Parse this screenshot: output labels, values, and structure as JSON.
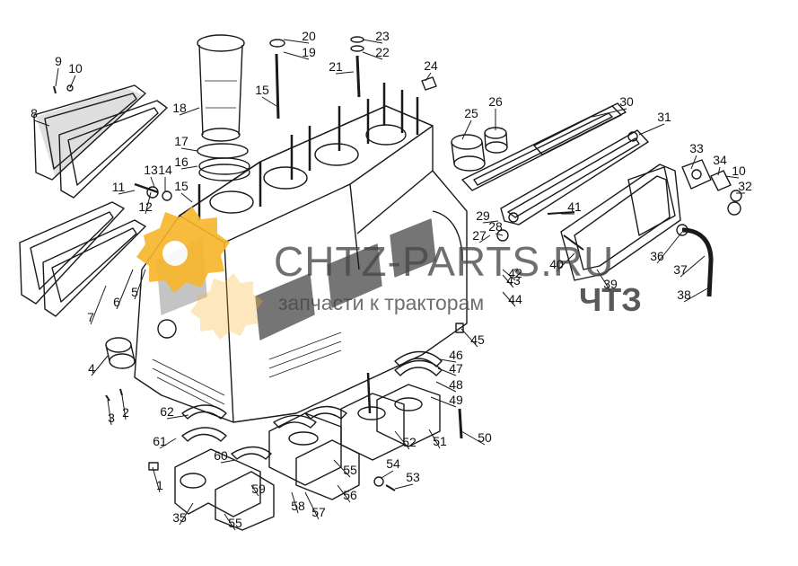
{
  "colors": {
    "ink": "#1a1a1a",
    "paper": "#ffffff",
    "gear": "#f7b52a",
    "watermark": "#464646"
  },
  "watermark": {
    "brand": "CHTZ-PARTS.RU",
    "tagline": "запчасти к тракторам",
    "mark": "ЧТЗ",
    "logo_icon": "gear-logo-icon"
  },
  "callouts": [
    "1",
    "2",
    "3",
    "4",
    "5",
    "6",
    "7",
    "8",
    "9",
    "10",
    "11",
    "12",
    "13",
    "14",
    "15",
    "16",
    "17",
    "18",
    "19",
    "20",
    "21",
    "22",
    "23",
    "24",
    "25",
    "26",
    "27",
    "28",
    "29",
    "30",
    "31",
    "32",
    "33",
    "34",
    "35",
    "36",
    "37",
    "38",
    "39",
    "40",
    "41",
    "42",
    "43",
    "44",
    "45",
    "46",
    "47",
    "48",
    "49",
    "50",
    "51",
    "52",
    "53",
    "54",
    "55",
    "56",
    "57",
    "58",
    "59",
    "60",
    "61",
    "62",
    "10",
    "15",
    "55"
  ]
}
